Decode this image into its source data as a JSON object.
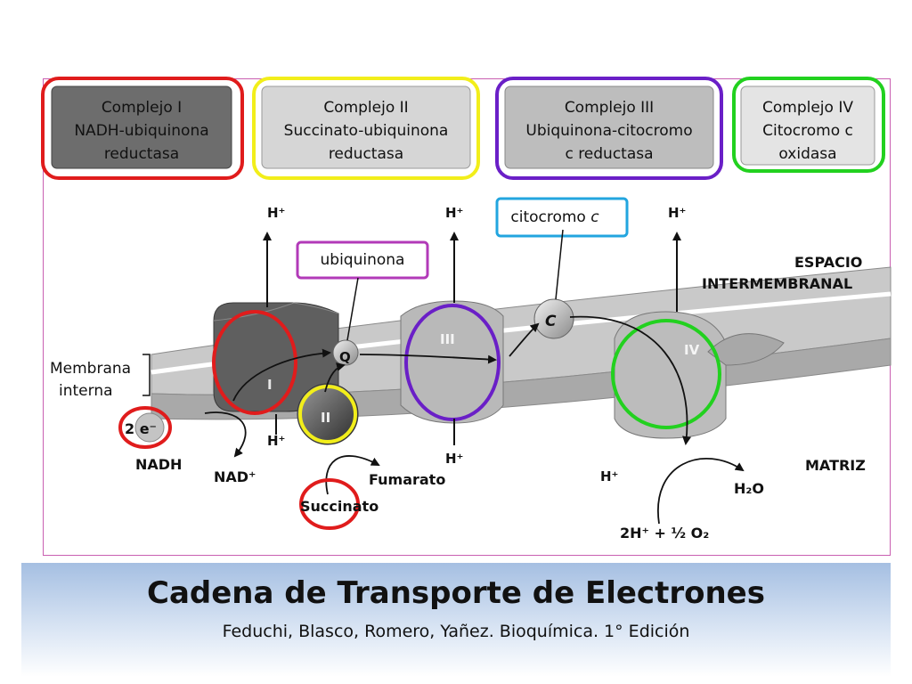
{
  "complexes": [
    {
      "line1": "Complejo I",
      "line2": "NADH-ubiquinona",
      "line3": "reductasa",
      "outline_color": "#e01c1c"
    },
    {
      "line1": "Complejo II",
      "line2": "Succinato-ubiquinona",
      "line3": "reductasa",
      "outline_color": "#f2ee1a"
    },
    {
      "line1": "Complejo III",
      "line2": "Ubiquinona-citocromo",
      "line3": "c reductasa",
      "outline_color": "#6a1fc7"
    },
    {
      "line1": "Complejo IV",
      "line2": "Citocromo c",
      "line3": "oxidasa",
      "outline_color": "#22d11f"
    }
  ],
  "callouts": {
    "ubiquinona": {
      "text": "ubiquinona",
      "outline_color": "#b23ab8"
    },
    "citocromo": {
      "text": "citocromo",
      "italic": "c",
      "outline_color": "#22a5df"
    }
  },
  "labels": {
    "hplus": "H⁺",
    "espacio": "ESPACIO",
    "intermembranal": "INTERMEMBRANAL",
    "matriz": "MATRIZ",
    "membrana": "Membrana",
    "interna": "interna",
    "electrons": "2 e⁻",
    "nadh": "NADH",
    "nad": "NAD⁺",
    "fumarato": "Fumarato",
    "succinato": "Succinato",
    "h2o": "H₂O",
    "oxygen": "2H⁺ + ½ O₂",
    "q": "Q",
    "c": "C",
    "complex_i": "I",
    "complex_ii": "II",
    "complex_iii": "III",
    "complex_iv": "IV"
  },
  "footer": {
    "title": "Cadena de Transporte de Electrones",
    "subtitle": "Feduchi, Blasco, Romero, Yañez. Bioquímica. 1° Edición"
  },
  "colors": {
    "red": "#e01c1c",
    "yellow": "#f2ee1a",
    "purple": "#6a1fc7",
    "green": "#22d11f",
    "magenta": "#b23ab8",
    "cyan": "#22a5df",
    "frame": "#c95fb1"
  }
}
